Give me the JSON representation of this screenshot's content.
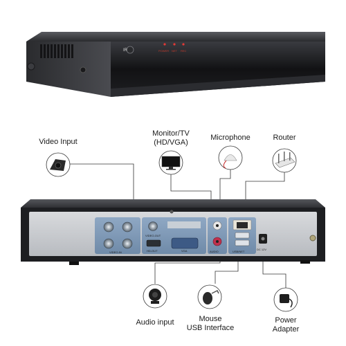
{
  "front_panel": {
    "ir_label": "IR",
    "leds": [
      {
        "label": "POWER",
        "color": "#e53935"
      },
      {
        "label": "NET",
        "color": "#e53935"
      },
      {
        "label": "REC",
        "color": "#e53935"
      }
    ]
  },
  "back_panel": {
    "port_labels": {
      "video_in": "VIDEO-IN",
      "video_out": "VIDEO-OUT",
      "hd_out": "HD-OUT",
      "vga": "VGA",
      "audio": "AUDIO",
      "usb_net": "USB/NET",
      "power": "DC 12V"
    }
  },
  "callouts": {
    "video_input": "Video Input",
    "monitor_line1": "Monitor/TV",
    "monitor_line2": "(HD/VGA)",
    "microphone": "Microphone",
    "router": "Router",
    "audio_input": "Audio input",
    "mouse_line1": "Mouse",
    "mouse_line2": "USB Interface",
    "power_line1": "Power",
    "power_line2": "Adapter"
  },
  "icons": {
    "video_input": "camera-icon",
    "monitor": "monitor-icon",
    "microphone": "microphone-icon",
    "router": "router-icon",
    "audio_input": "speaker-icon",
    "mouse": "mouse-icon",
    "power": "power-adapter-icon"
  },
  "colors": {
    "device_body": "#1c1c1e",
    "back_plate": "#c9ccd0",
    "connector_line": "#333333",
    "led_red": "#e53935"
  }
}
